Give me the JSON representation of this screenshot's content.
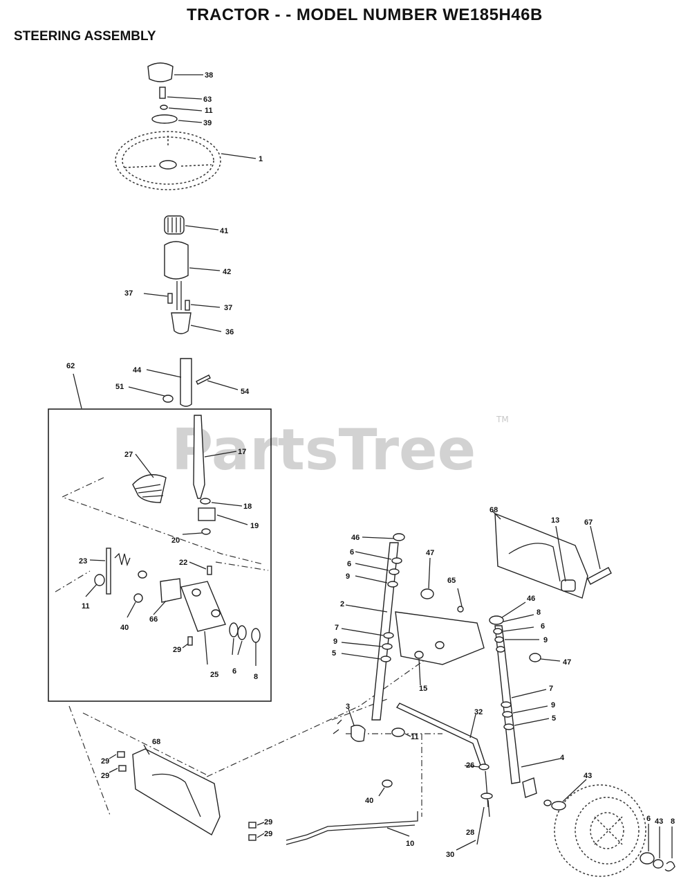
{
  "header": {
    "title": "TRACTOR - - MODEL NUMBER WE185H46B",
    "subtitle": "STEERING ASSEMBLY"
  },
  "watermark": {
    "text": "PartsTree",
    "trademark": "TM"
  },
  "callouts": {
    "c38": "38",
    "c63": "63",
    "c11a": "11",
    "c39": "39",
    "c1": "1",
    "c41": "41",
    "c42": "42",
    "c37a": "37",
    "c37b": "37",
    "c36": "36",
    "c62": "62",
    "c44": "44",
    "c51": "51",
    "c54": "54",
    "c27": "27",
    "c17": "17",
    "c18": "18",
    "c19": "19",
    "c20": "20",
    "c22": "22",
    "c23": "23",
    "c11b": "11",
    "c40a": "40",
    "c66": "66",
    "c29a": "29",
    "c25": "25",
    "c6a": "6",
    "c8a": "8",
    "c68a": "68",
    "c67": "67",
    "c13": "13",
    "c46a": "46",
    "c6b": "6",
    "c6c": "6",
    "c9a": "9",
    "c47a": "47",
    "c65": "65",
    "c2": "2",
    "c7a": "7",
    "c9b": "9",
    "c5a": "5",
    "c15": "15",
    "c46b": "46",
    "c8b": "8",
    "c6d": "6",
    "c9c": "9",
    "c47b": "47",
    "c7b": "7",
    "c9d": "9",
    "c5b": "5",
    "c3": "3",
    "c11c": "11",
    "c32": "32",
    "c68b": "68",
    "c29b": "29",
    "c29c": "29",
    "c26": "26",
    "c4": "4",
    "c43a": "43",
    "c40b": "40",
    "c28": "28",
    "c29d": "29",
    "c29e": "29",
    "c10": "10",
    "c30": "30",
    "c6e": "6",
    "c43b": "43",
    "c8c": "8"
  }
}
